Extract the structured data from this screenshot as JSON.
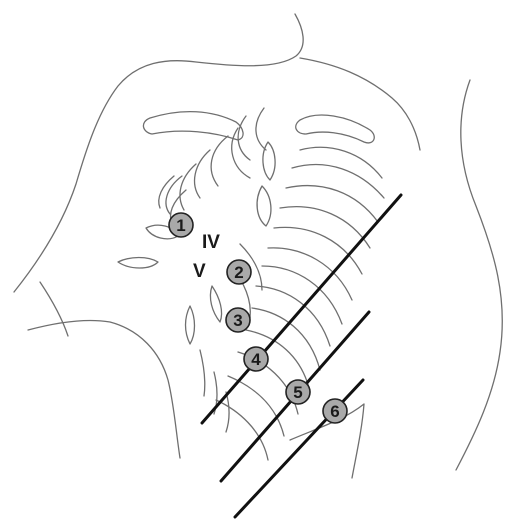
{
  "diagram": {
    "stroke_color": "#6f6f6f",
    "guide_color": "#111111",
    "electrode_fill": "#a9a9a9",
    "intercostal_labels": [
      "IV",
      "V"
    ],
    "electrodes": [
      "1",
      "2",
      "3",
      "4",
      "5",
      "6"
    ]
  }
}
